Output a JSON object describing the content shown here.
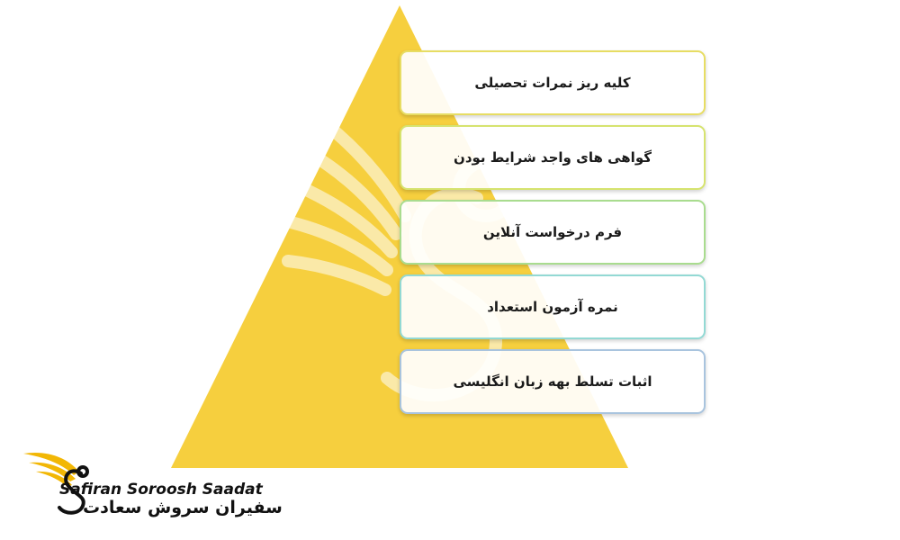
{
  "diagram": {
    "colors": {
      "triangle": "#f6cf3e",
      "box_borders": [
        "#e7dd63",
        "#d6e36f",
        "#a9dc8f",
        "#93d9d4",
        "#a9c4de"
      ]
    },
    "items": [
      {
        "label": "کلیه ریز نمرات تحصیلی"
      },
      {
        "label": "گواهی های واجد شرایط بودن"
      },
      {
        "label": "فرم درخواست آنلاین"
      },
      {
        "label": "نمره آزمون استعداد"
      },
      {
        "label": "اثبات تسلط بهه زبان انگلیسی"
      }
    ]
  },
  "logo": {
    "name_en": "Safiran Soroosh Saadat",
    "name_fa": "سفیران سروش سعادت"
  }
}
